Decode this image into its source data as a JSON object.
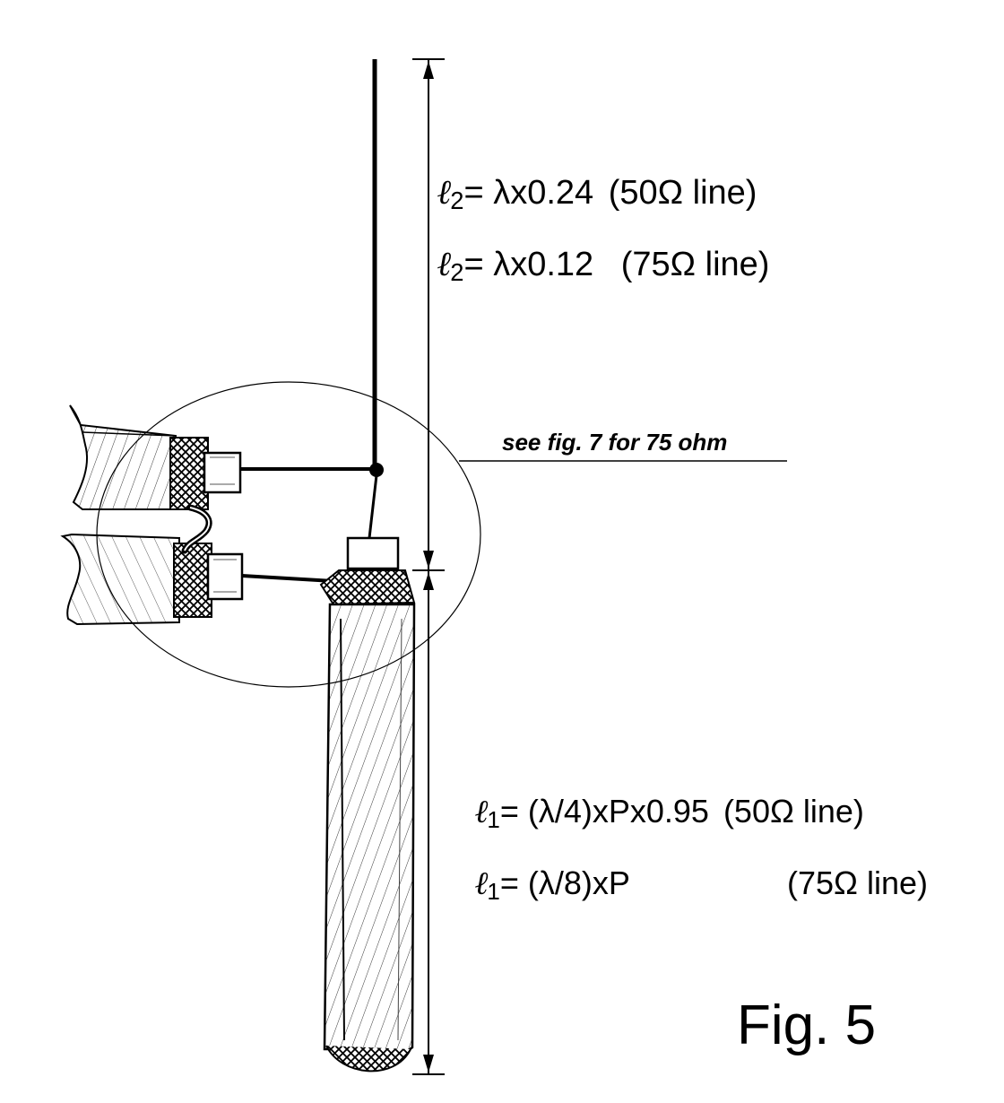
{
  "equations": {
    "l2_50": {
      "symbol": "ℓ",
      "sub": "2",
      "value": "= λx0.24",
      "note": "(50Ω line)"
    },
    "l2_75": {
      "symbol": "ℓ",
      "sub": "2",
      "value": "= λx0.12",
      "note": "(75Ω line)"
    },
    "l1_50": {
      "symbol": "ℓ",
      "sub": "1",
      "value": "= (λ/4)xPx0.95",
      "note": "(50Ω line)"
    },
    "l1_75": {
      "symbol": "ℓ",
      "sub": "1",
      "value": "= (λ/8)xP",
      "note": "(75Ω line)"
    }
  },
  "annotation": "see fig. 7 for 75 ohm",
  "figure_label": "Fig.  5"
}
